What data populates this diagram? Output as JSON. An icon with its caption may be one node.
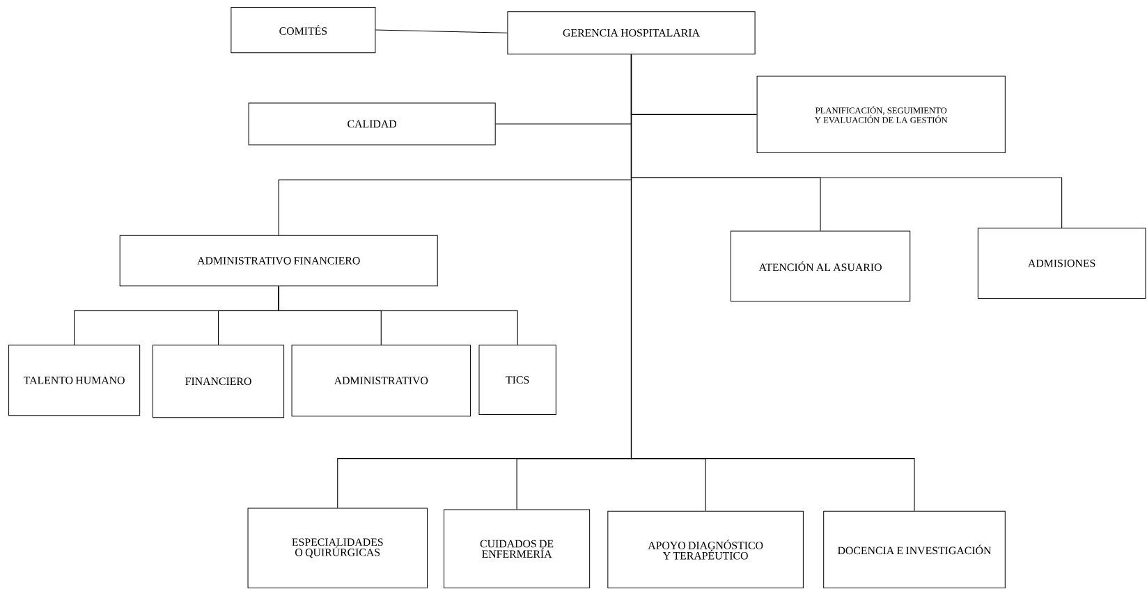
{
  "diagram": {
    "nodes": [
      {
        "text": [
          "COMITÉS"
        ]
      },
      {
        "text": [
          "GERENCIA HOSPITALARIA"
        ]
      },
      {
        "text": [
          "CALIDAD"
        ]
      },
      {
        "text": [
          "PLANIFICACIÓN, SEGUIMIENTO Y EVALUACIÓN DE LA GESTIÓN"
        ]
      },
      {
        "text": [
          "ADMINISTRATIVO FINANCIERO"
        ]
      },
      {
        "text": [
          "ATENCIÓN AL ASUARIO"
        ]
      },
      {
        "text": [
          "ADMISIONES"
        ]
      },
      {
        "text": [
          "TALENTO HUMANO"
        ]
      },
      {
        "text": [
          "FINANCIERO"
        ]
      },
      {
        "text": [
          "ADMINISTRATIVO"
        ]
      },
      {
        "text": [
          "TICS"
        ]
      },
      {
        "text": [
          "ESPECIALIDADES O QUIRÚRGICAS"
        ]
      },
      {
        "text": [
          "CUIDADOS DE ENFERMERÍA"
        ]
      },
      {
        "text": [
          "APOYO DIAGNÓSTICO Y TERAPÉUTICO"
        ]
      },
      {
        "text": [
          "DOCENCIA E INVESTIGACIÓN"
        ]
      }
    ],
    "edges": [
      {
        "from": 0,
        "to": 1,
        "arrow": "none"
      },
      {
        "from": 1,
        "to": 2,
        "arrow": "none"
      },
      {
        "from": 1,
        "to": 3,
        "arrow": "none"
      },
      {
        "from": 1,
        "to": 4,
        "arrow": "none"
      },
      {
        "from": 1,
        "to": 5,
        "arrow": "none"
      },
      {
        "from": 1,
        "to": 6,
        "arrow": "none"
      },
      {
        "from": 4,
        "to": 7,
        "arrow": "none"
      },
      {
        "from": 4,
        "to": 8,
        "arrow": "none"
      },
      {
        "from": 4,
        "to": 9,
        "arrow": "none"
      },
      {
        "from": 4,
        "to": 10,
        "arrow": "none"
      },
      {
        "from": 1,
        "to": 11,
        "arrow": "none"
      },
      {
        "from": 1,
        "to": 12,
        "arrow": "none"
      },
      {
        "from": 1,
        "to": 13,
        "arrow": "none"
      },
      {
        "from": 1,
        "to": 14,
        "arrow": "none"
      }
    ]
  }
}
